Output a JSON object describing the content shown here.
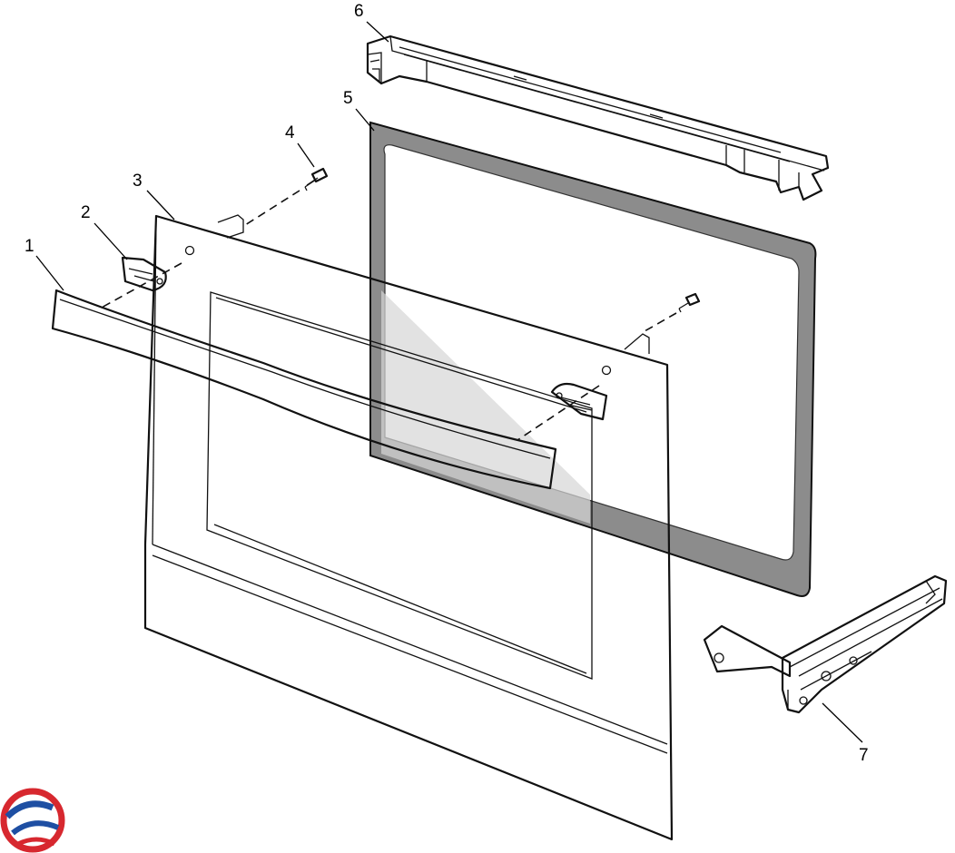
{
  "diagram": {
    "type": "exploded-parts-diagram",
    "callouts": [
      "1",
      "2",
      "3",
      "4",
      "5",
      "6",
      "7"
    ],
    "parts": [
      {
        "callout": "1",
        "part": "door-handle"
      },
      {
        "callout": "2",
        "part": "handle-end-cap"
      },
      {
        "callout": "3",
        "part": "outer-door-glass-panel"
      },
      {
        "callout": "4",
        "part": "screw"
      },
      {
        "callout": "5",
        "part": "inner-door-glass"
      },
      {
        "callout": "6",
        "part": "door-top-trim"
      },
      {
        "callout": "7",
        "part": "door-hinge"
      }
    ],
    "colors": {
      "line": "#111111",
      "glass_frame": "#888888",
      "handle_fill": "#d9d9d9",
      "logo_red": "#d7282f",
      "logo_blue": "#1e4fa3"
    }
  }
}
